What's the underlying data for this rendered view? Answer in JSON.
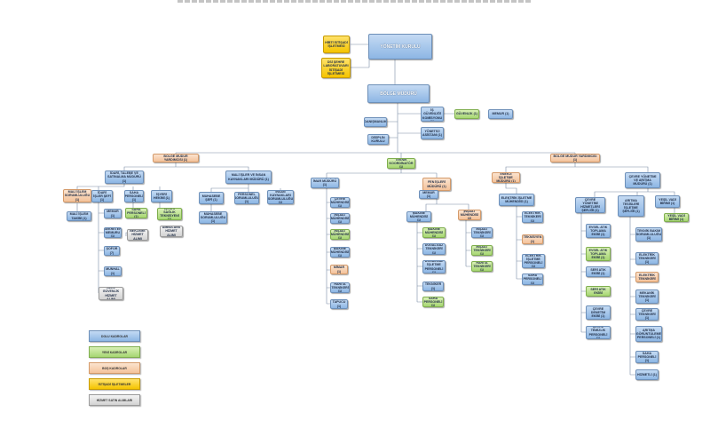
{
  "top": {
    "board": "YÖNETİM KURULU",
    "note1": "HİBTİ İSTİŞADİ İŞLETMESİ",
    "note2": "DSİ ŞEHRE LABORATUVARI İSTİŞADİ İŞLETMESİ",
    "director": "BÖLGE MÜDÜRÜ"
  },
  "staff": {
    "quality": "KALİTE VE İŞ GÜVENLİĞİ KOMİSYONU (1)",
    "security": "GÜVENLİK (1)",
    "officer": "MEMUR (1)",
    "advisor": "DANIŞMANLIK",
    "secretary": "YÖNETİCİ ASİSTANI (1)",
    "discipline": "DİSİPLİN KURULU"
  },
  "deputies": {
    "left": "BÖLGE MÜDÜR YARDIMCISI (1)",
    "center": "TEKNİK KOORDİNATÖR (1)",
    "right": "BÖLGE MÜDÜR YARDIMCISI (1)"
  },
  "branch1": {
    "head": "İDARİ, TALEBE VE SATINALMA MÜDÜRÜ (1)",
    "b1": "MALİ İŞLEM SORUMLULUĞU (1)",
    "b2": "İDARİ İŞLER ŞEFİ (1)",
    "b3": "SAHA PERSONELİ (1)",
    "b4": "İŞYERİ HEKİMİ (1)",
    "c1": "MALİ İŞLEM TAKİBİ (1)",
    "c2": "MEMUR (1)",
    "c3": "SAHA PERSONELİ (1)",
    "c4": "İŞYERİ SAĞLIK TEKNİSYENİ (1)",
    "d1": "SEKRETER MEMURU (1)",
    "d2": "BEKLEME HİZMET ALIMI",
    "d3": "AMBULANS HİZMET ALIMI",
    "e1": "ŞOFÖR (7)",
    "e2": "MÜNHAL (1)",
    "e3": "ÖZEL GÜVENLİK HİZMET ALIMI"
  },
  "branch2": {
    "head": "MALİ İŞLER VE İNSAN KAYNAKLARI MÜDÜRÜ (1)",
    "b1": "MUHASEBE ŞEFİ (1)",
    "b2": "PERSONEL SORUMLULUĞU (1)",
    "b3": "İNSAN KAYNAKLARI SORUMLULUĞU (1)",
    "c1": "MUHASEBE SORUMLULUĞU (1)"
  },
  "branch3": {
    "head": "İMAR MÜDÜRÜ (1)",
    "items": [
      "ÇEVRE MÜHENDİSİ (1)",
      "İNŞAAT MÜHENDİSİ (1)",
      "İNŞAAT MÜHENDİSİ (1)",
      "MAKİNE MÜHENDİSİ (1)",
      "MİMAR (1)",
      "HARİTA TEKNİKERİ (1)",
      "TAPUCU (1)"
    ]
  },
  "branch4": {
    "head": "FEN İŞLERİ MÜDÜRÜ (1)",
    "b1": "MEMUR (1)",
    "b2": "İNŞAAT MÜHENDİSİ (2)",
    "left_items": [
      "MAKİNE MÜHENDİSİ (1)",
      "MAKİNE MÜHENDİSİ (1)",
      "DOĞALGAZ TEKNİKERİ (1)",
      "DOĞALGAZ İŞLETME PERSONELİ (1)",
      "TEKNİKER (1)",
      "SAHA PERSONELİ (1)"
    ],
    "right_items": [
      "İNŞAAT TEKNİKERİ (1)",
      "İNŞAAT TEKNİKERİ (1)",
      "HARİTA TEKNİKERİ (1)"
    ]
  },
  "branch5": {
    "head": "ENERJİ İŞLETME MÜDÜRÜ (1)",
    "b1": "ELEKTRİK İŞLETME MÜHENDİSİ (1)",
    "items": [
      "ELEKTRİK TEKNİKERİ (1)",
      "TEKNİSYEN (1)",
      "ELEKTRİK İŞLETME PERSONELİ (1)",
      "SAHA PERSONELİ (1)"
    ]
  },
  "branch6": {
    "head": "ÇEVRE YÖNETİMİ VE ARITMA MÜDÜRÜ (1)",
    "b1": "ÇEVRE YÖNETİMİ HİZMETLERİ ŞEFLİĞİ (1)",
    "b2": "ARITMA TESİSLERİ İŞLETME ŞEFLİĞİ (1)",
    "b3": "YEŞİL VADİ BİRİMİ (1)",
    "b4": "YEŞİL VADİ BİRİMİ (1)",
    "left_items": [
      "EVSEL ATIK TOPLAMA EKİBİ (1)",
      "EVSEL ATIK TOPLAMA EKİBİ (1)",
      "SERİ ATIK EKİBİ (1)",
      "SERİ ATIK EKİBİ",
      "ÇEVRE DENETİM EKİBİ (1)",
      "ÇEVRE TEMİZLİK PERSONELİ (1)"
    ],
    "right_items": [
      "TEKNİK BAKIM SORUMLULUĞU (1)",
      "ELEKTRİK TEKNİKERİ (1)",
      "ELEKTRİK TEKNİKERİ",
      "MEKANİK TEKNİKERİ (1)",
      "ÇEVRE TEKNİKERİ (1)",
      "ARITMA GÖRÜNTÜLEME PERSONELİ (1)",
      "SAHA PERSONELİ (1)",
      "HİZMETLİ (1)"
    ]
  },
  "legend": {
    "blue": "DOLU KADROLAR",
    "green": "YENİ KADROLAR",
    "orange": "BOŞ KADROLAR",
    "yellow": "İSTİŞADİ İŞLETMELER",
    "grey": "HİZMET SATIN ALIMLARI"
  }
}
